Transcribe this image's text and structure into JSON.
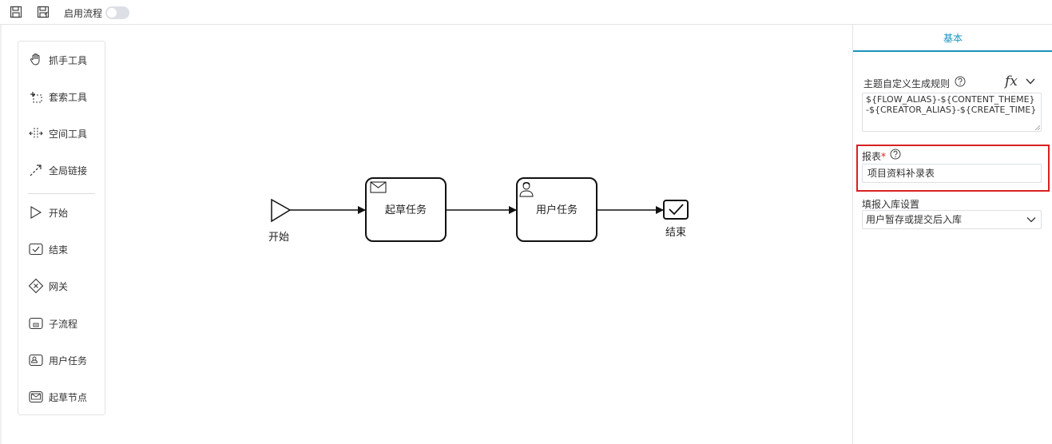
{
  "toolbar": {
    "save_icon": "save-icon",
    "save_as_icon": "save-as-icon",
    "enable_flow_label": "启用流程",
    "enable_flow_on": false
  },
  "palette": {
    "items": [
      {
        "label": "抓手工具",
        "icon": "hand-icon"
      },
      {
        "label": "套索工具",
        "icon": "lasso-icon"
      },
      {
        "label": "空间工具",
        "icon": "space-icon"
      },
      {
        "label": "全局链接",
        "icon": "global-connect-icon"
      },
      {
        "label": "开始",
        "icon": "start-event-icon"
      },
      {
        "label": "结束",
        "icon": "end-event-icon"
      },
      {
        "label": "网关",
        "icon": "gateway-icon"
      },
      {
        "label": "子流程",
        "icon": "subprocess-icon"
      },
      {
        "label": "用户任务",
        "icon": "user-task-icon"
      },
      {
        "label": "起草节点",
        "icon": "draft-node-icon"
      }
    ]
  },
  "diagram": {
    "start_label": "开始",
    "draft_task_label": "起草任务",
    "user_task_label": "用户任务",
    "end_label": "结束"
  },
  "panel": {
    "tab_label": "基本",
    "subject_rule_label": "主题自定义生成规则",
    "subject_rule_value": "${FLOW_ALIAS}-${CONTENT_THEME}-${CREATOR_ALIAS}-${CREATE_TIME}",
    "fx_label": "fx",
    "report_label": "报表",
    "report_required_mark": "*",
    "report_value": "项目资料补录表",
    "storage_label": "填报入库设置",
    "storage_value": "用户暂存或提交后入库",
    "accent_color": "#1a93bd",
    "highlight_color": "#d9201f"
  }
}
